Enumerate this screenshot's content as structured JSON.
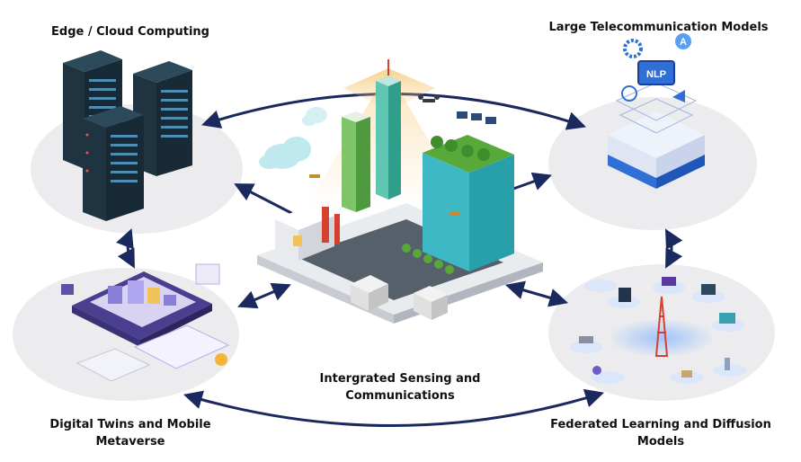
{
  "labels": {
    "edge_cloud": "Edge / Cloud Computing",
    "ltm": "Large Telecommunication Models",
    "isac_line1": "Intergrated Sensing and",
    "isac_line2": "Communications",
    "dt_line1": "Digital Twins and Mobile",
    "dt_line2": "Metaverse",
    "fl_line1": "Federated Learning and Diffusion",
    "fl_line2": "Models"
  },
  "icon_text": {
    "nlp_badge": "NLP",
    "assistant_badge": "A"
  },
  "colors": {
    "arrow": "#1b2a5e",
    "server": "#1f3340",
    "server_light": "#2d4a5a",
    "accent_blue": "#2f6fd6",
    "ellipse": "#ececee",
    "building_teal": "#3db8c4",
    "tree_green": "#58a83a"
  }
}
